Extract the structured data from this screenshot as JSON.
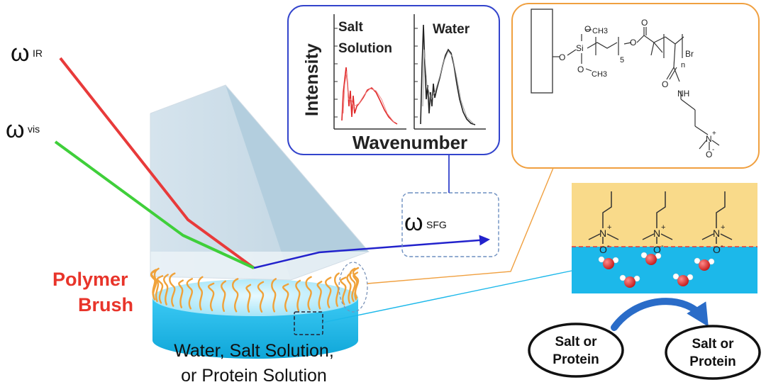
{
  "beams": {
    "ir": {
      "symbol": "ω",
      "subscript": "IR",
      "color": "#e83a3a"
    },
    "vis": {
      "symbol": "ω",
      "subscript": "vis",
      "color": "#3fcf3a"
    },
    "sfg": {
      "symbol": "ω",
      "subscript": "SFG",
      "color": "#2222cc"
    }
  },
  "polymer_brush": {
    "line1": "Polymer",
    "line2": "Brush",
    "color": "#e8342a"
  },
  "substrate": {
    "line1": "Water, Salt Solution,",
    "line2": "or Protein Solution",
    "color": "#1cb8ea"
  },
  "spectra_panel": {
    "y_label": "Intensity",
    "x_label": "Wavenumber",
    "salt_line1": "Salt",
    "salt_line2": "Solution",
    "water_label": "Water",
    "salt_color": "#e02a2a",
    "water_color": "#222222",
    "border_color": "#3344cc"
  },
  "structure_panel": {
    "border_color": "#f0a040",
    "atoms": {
      "o_top": "O",
      "ch3_top": "CH3",
      "o_left": "O",
      "si": "Si",
      "o_bottom": "O",
      "ch3_bottom": "CH3",
      "repeat_5": "5",
      "o_ester": "O",
      "o_carbonyl": "O",
      "br": "Br",
      "repeat_n": "n",
      "o_amide": "O",
      "nh": "NH",
      "n_plus": "N",
      "plus": "+",
      "o_minus": "O",
      "minus": "-"
    }
  },
  "interface": {
    "top_color": "#f9da8a",
    "bottom_color": "#1cb8ea",
    "n_label": "N",
    "o_label": "O",
    "plus": "+",
    "minus": "-"
  },
  "exchange": {
    "left_line1": "Salt or",
    "left_line2": "Protein",
    "right_line1": "Salt or",
    "right_line2": "Protein",
    "arrow_color": "#2a6cc8"
  }
}
